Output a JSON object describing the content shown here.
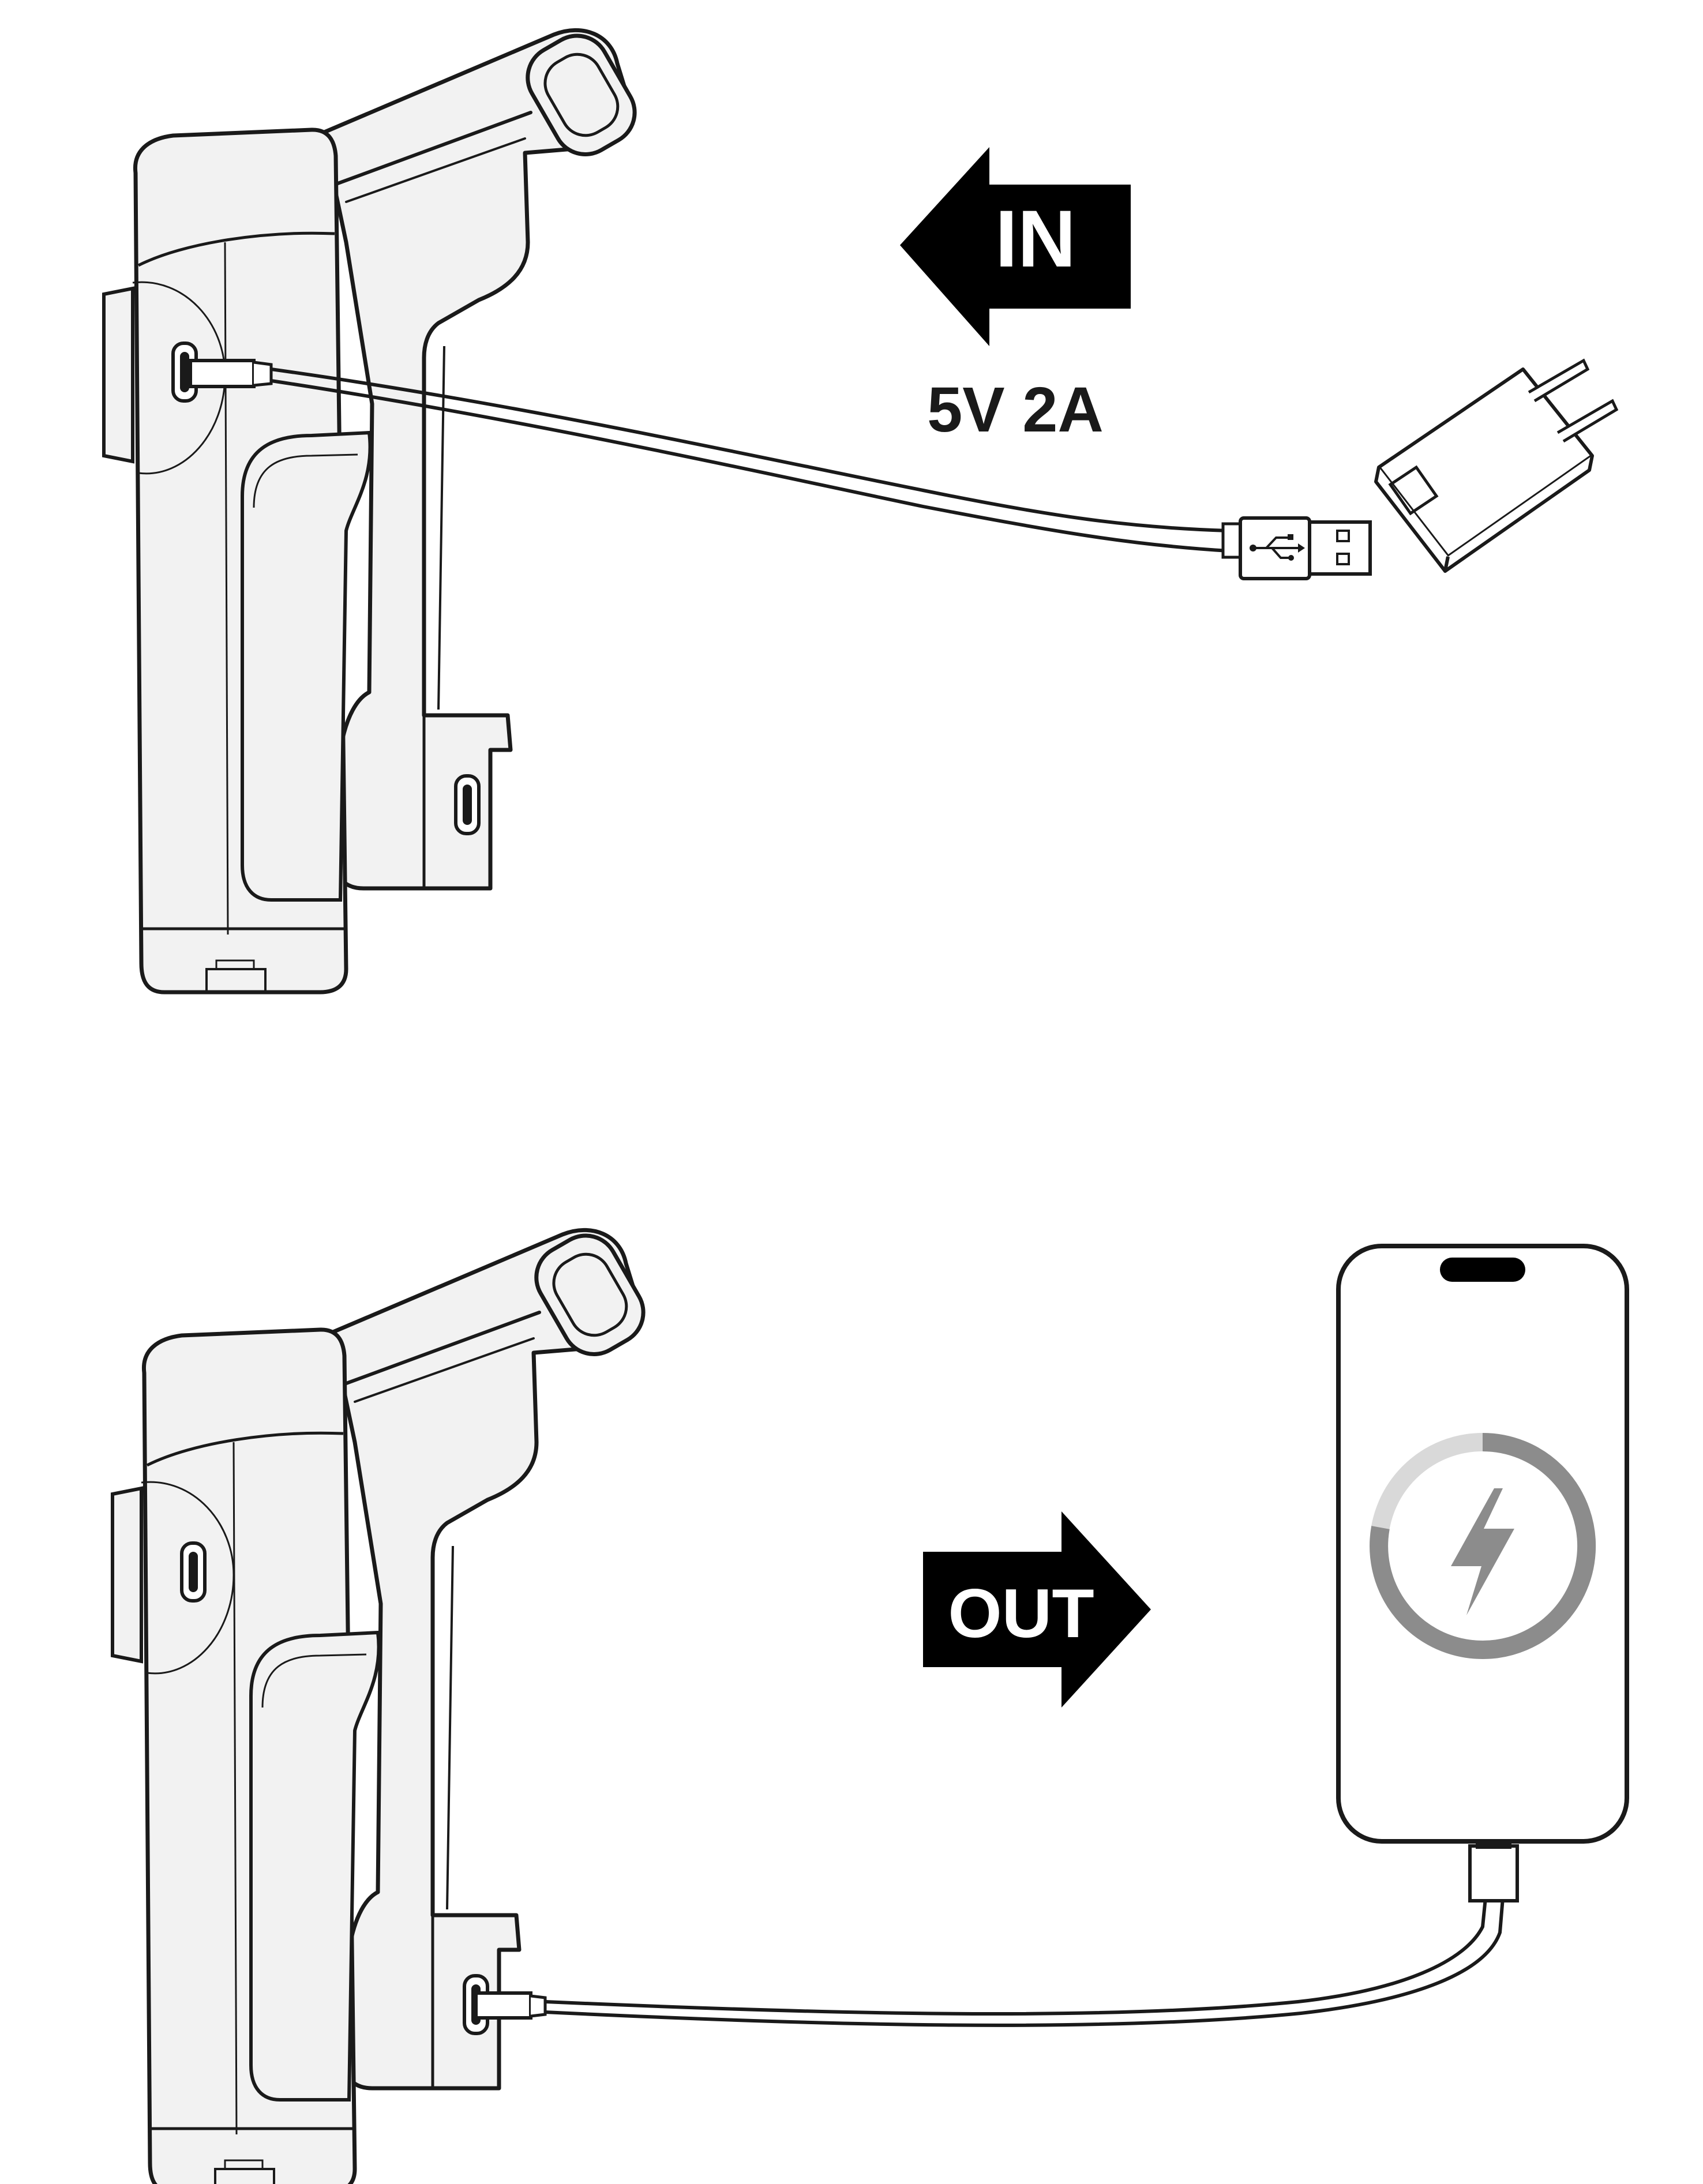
{
  "panels": {
    "charging_in": {
      "arrow_label": "IN",
      "spec": "5V 2A"
    },
    "charging_out": {
      "arrow_label": "OUT"
    }
  },
  "colors": {
    "ink": "#1a1a1a",
    "body_fill": "#f2f2f2",
    "arrow_fill": "#000000",
    "arrow_text": "#ffffff",
    "ring_light": "#d9d9d9",
    "ring_dark": "#8c8c8c",
    "bolt": "#8c8c8c"
  },
  "icons": [
    "gimbal-icon",
    "usb-c-cable-icon",
    "usb-a-plug-icon",
    "wall-adapter-icon",
    "smartphone-icon",
    "charging-bolt-icon"
  ]
}
